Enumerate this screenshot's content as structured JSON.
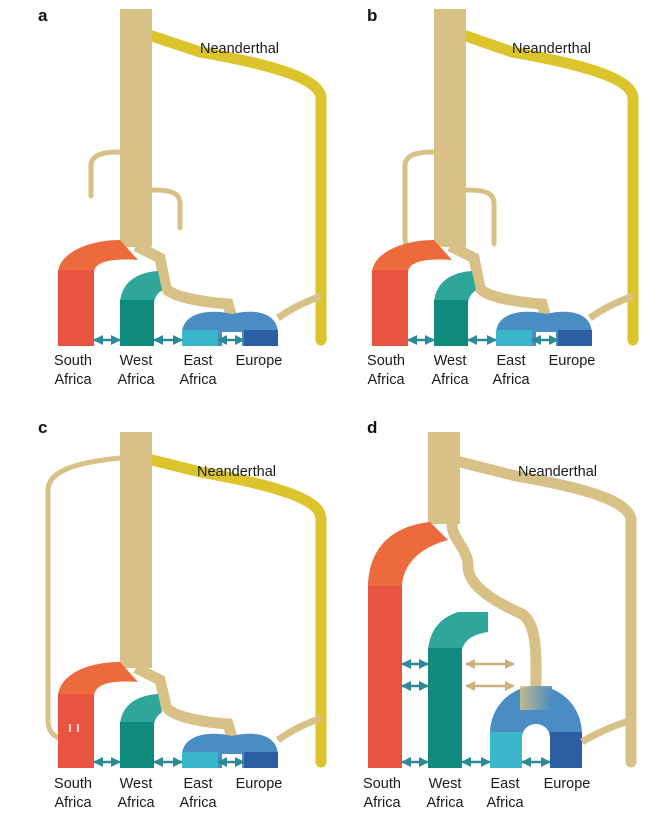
{
  "colors": {
    "ancestral": "#d7c186",
    "neanderthal": "#dcc52c",
    "neanderthal_light": "#efe04a",
    "south_africa": "#e8543f",
    "south_africa_top": "#ec6a3c",
    "west_africa": "#0f8a7c",
    "west_africa_top": "#2ea79a",
    "east_africa": "#3ab7cb",
    "europe": "#2b5ea2",
    "eurasian_arch": "#4a8cc4",
    "migration_arrow": "#2b8a96",
    "migration_arrow_tan": "#c9b27a"
  },
  "panels": [
    {
      "letter": "a",
      "neanderthal_label": "Neanderthal",
      "populations": [
        {
          "line1": "South",
          "line2": "Africa"
        },
        {
          "line1": "West",
          "line2": "Africa"
        },
        {
          "line1": "East",
          "line2": "Africa"
        },
        {
          "line1": "Europe",
          "line2": ""
        }
      ]
    },
    {
      "letter": "b",
      "neanderthal_label": "Neanderthal",
      "populations": [
        {
          "line1": "South",
          "line2": "Africa"
        },
        {
          "line1": "West",
          "line2": "Africa"
        },
        {
          "line1": "East",
          "line2": "Africa"
        },
        {
          "line1": "Europe",
          "line2": ""
        }
      ]
    },
    {
      "letter": "c",
      "neanderthal_label": "Neanderthal",
      "populations": [
        {
          "line1": "South",
          "line2": "Africa"
        },
        {
          "line1": "West",
          "line2": "Africa"
        },
        {
          "line1": "East",
          "line2": "Africa"
        },
        {
          "line1": "Europe",
          "line2": ""
        }
      ]
    },
    {
      "letter": "d",
      "neanderthal_label": "Neanderthal",
      "populations": [
        {
          "line1": "South",
          "line2": "Africa"
        },
        {
          "line1": "West",
          "line2": "Africa"
        },
        {
          "line1": "East",
          "line2": "Africa"
        },
        {
          "line1": "Europe",
          "line2": ""
        }
      ]
    }
  ]
}
